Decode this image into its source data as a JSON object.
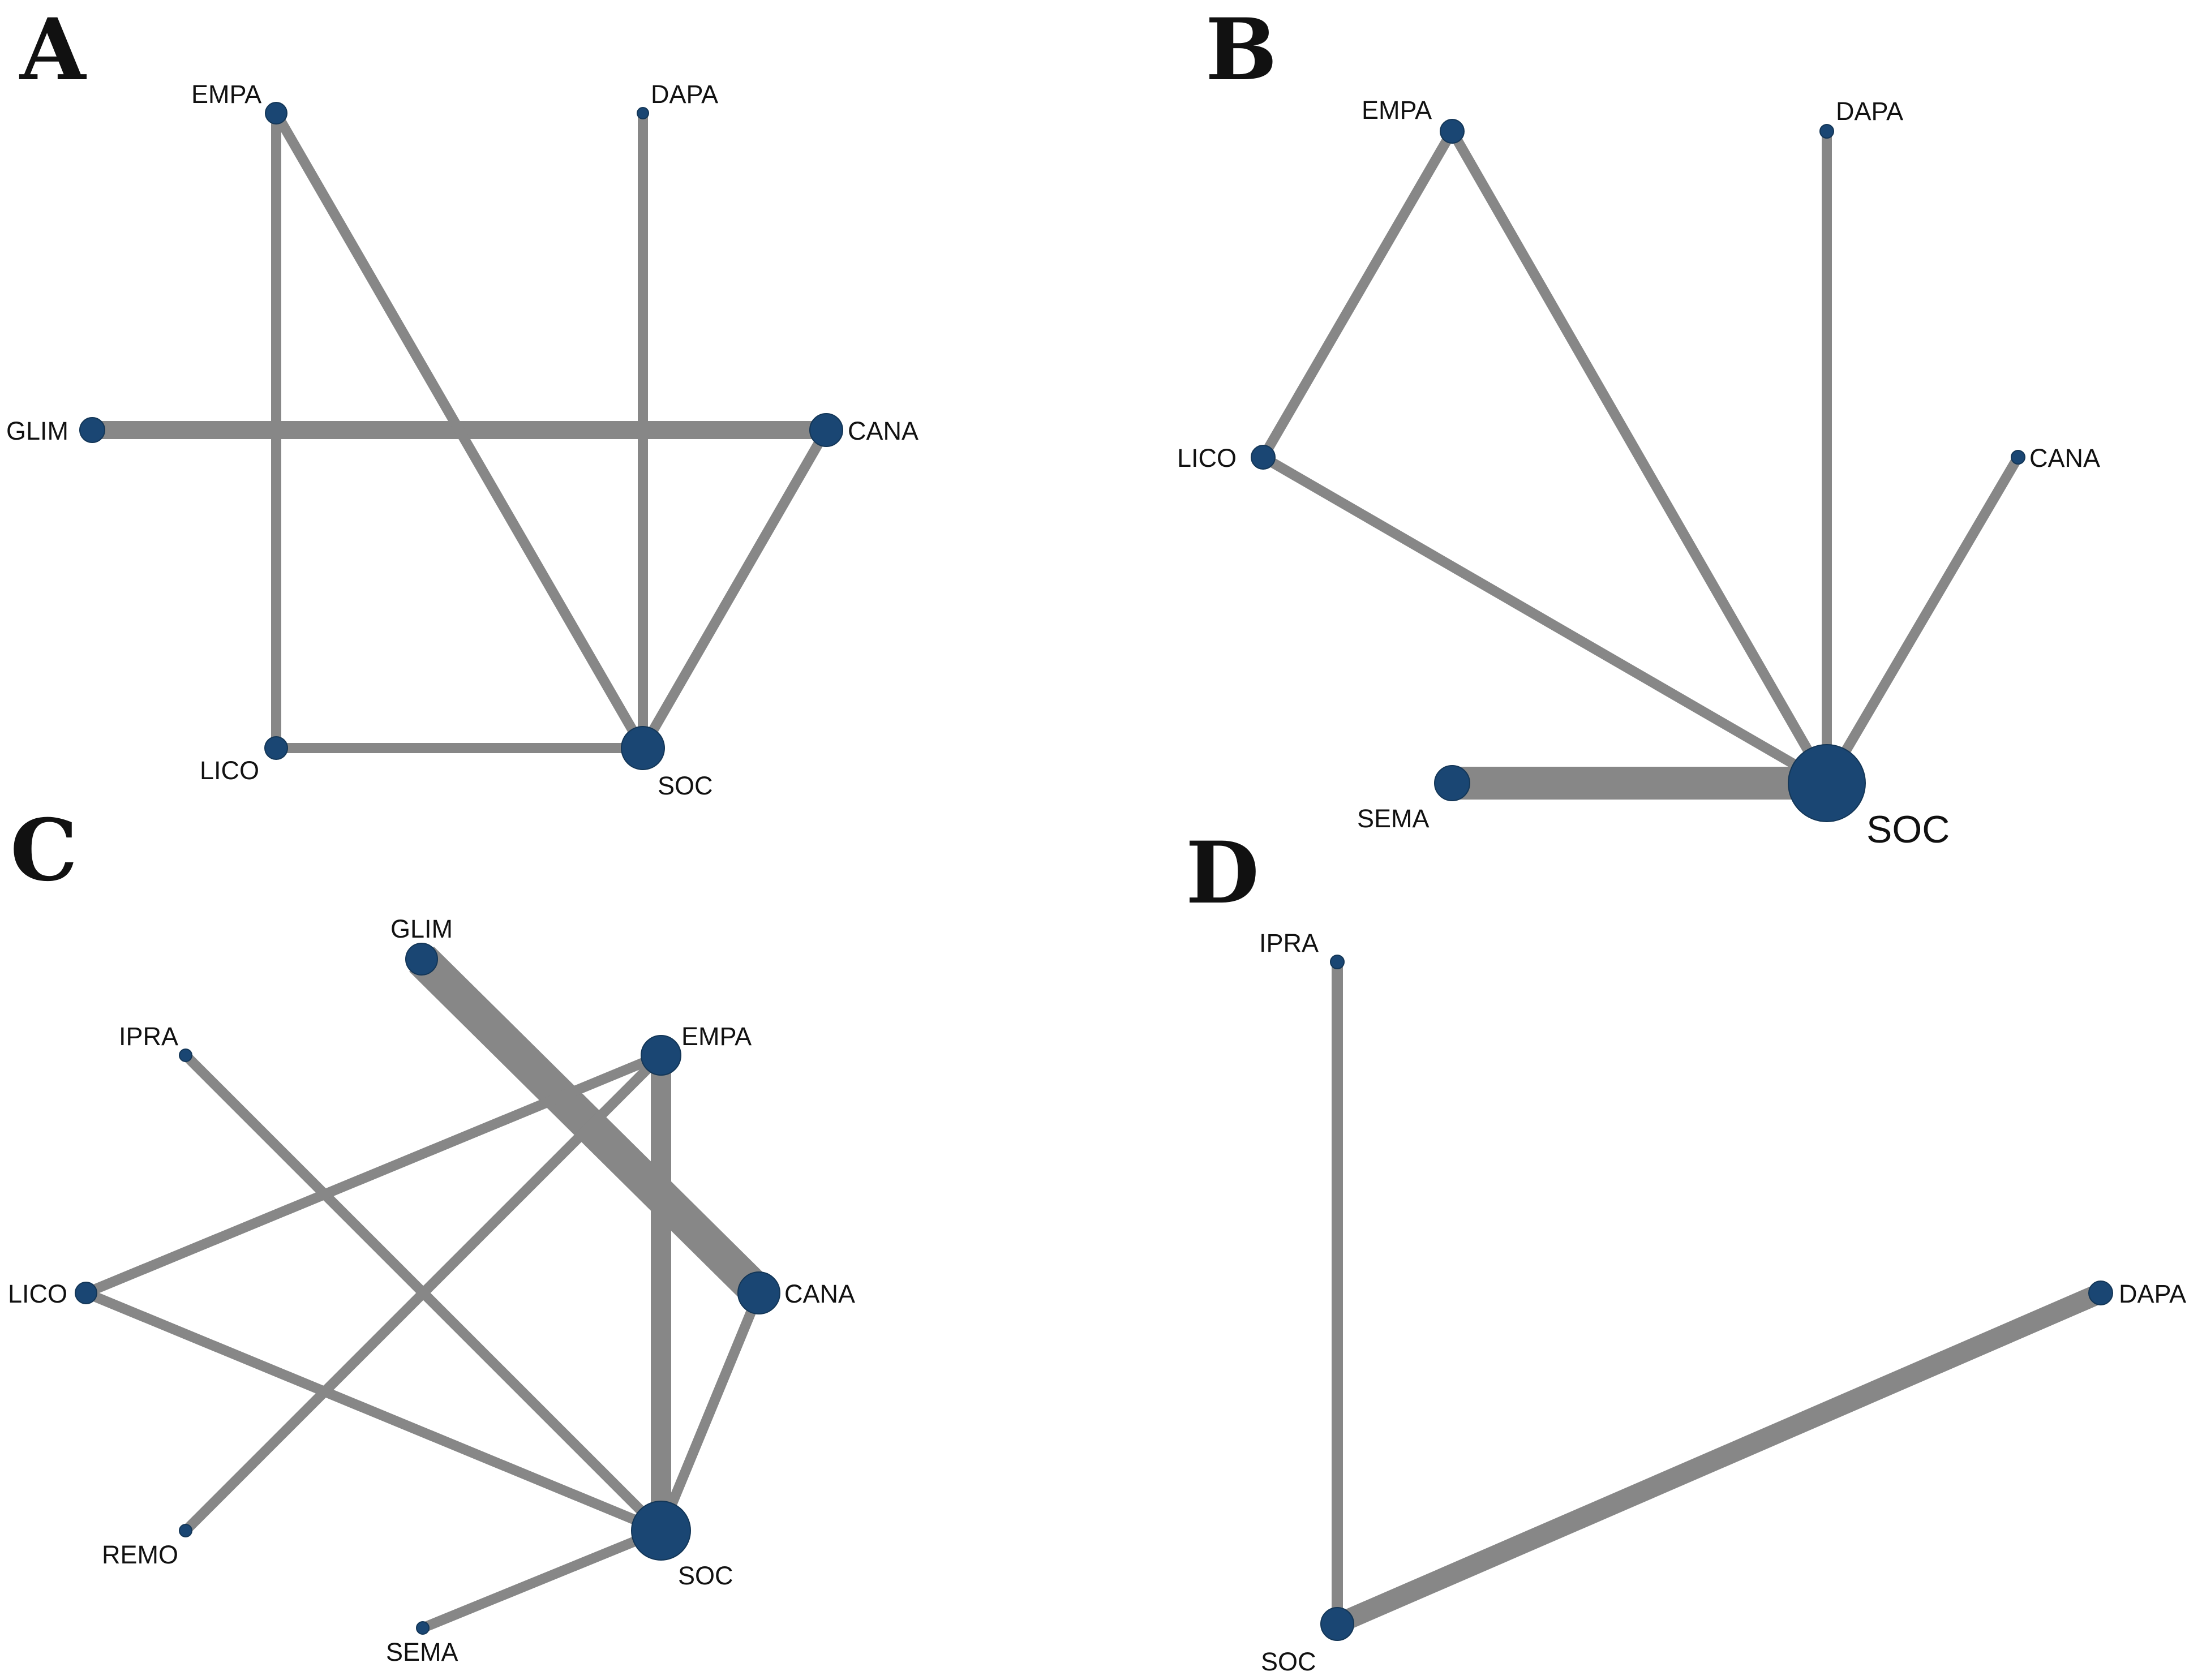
{
  "colors": {
    "node": "#1a4673",
    "edge": "#878787",
    "label": "#111111",
    "background": "#ffffff"
  },
  "panels": [
    {
      "id": "A",
      "label": "A",
      "nodes": [
        {
          "name": "EMPA",
          "label": "EMPA"
        },
        {
          "name": "DAPA",
          "label": "DAPA"
        },
        {
          "name": "GLIM",
          "label": "GLIM"
        },
        {
          "name": "CANA",
          "label": "CANA"
        },
        {
          "name": "LICO",
          "label": "LICO"
        },
        {
          "name": "SOC",
          "label": "SOC"
        }
      ],
      "edges": [
        {
          "from": "GLIM",
          "to": "CANA"
        },
        {
          "from": "EMPA",
          "to": "LICO"
        },
        {
          "from": "EMPA",
          "to": "SOC"
        },
        {
          "from": "DAPA",
          "to": "SOC"
        },
        {
          "from": "CANA",
          "to": "SOC"
        },
        {
          "from": "LICO",
          "to": "SOC"
        }
      ]
    },
    {
      "id": "B",
      "label": "B",
      "nodes": [
        {
          "name": "EMPA",
          "label": "EMPA"
        },
        {
          "name": "DAPA",
          "label": "DAPA"
        },
        {
          "name": "LICO",
          "label": "LICO"
        },
        {
          "name": "CANA",
          "label": "CANA"
        },
        {
          "name": "SEMA",
          "label": "SEMA"
        },
        {
          "name": "SOC",
          "label": "SOC"
        }
      ],
      "edges": [
        {
          "from": "EMPA",
          "to": "LICO"
        },
        {
          "from": "EMPA",
          "to": "SOC"
        },
        {
          "from": "LICO",
          "to": "SOC"
        },
        {
          "from": "DAPA",
          "to": "SOC"
        },
        {
          "from": "CANA",
          "to": "SOC"
        },
        {
          "from": "SEMA",
          "to": "SOC"
        }
      ]
    },
    {
      "id": "C",
      "label": "C",
      "nodes": [
        {
          "name": "GLIM",
          "label": "GLIM"
        },
        {
          "name": "IPRA",
          "label": "IPRA"
        },
        {
          "name": "EMPA",
          "label": "EMPA"
        },
        {
          "name": "LICO",
          "label": "LICO"
        },
        {
          "name": "CANA",
          "label": "CANA"
        },
        {
          "name": "REMO",
          "label": "REMO"
        },
        {
          "name": "SOC",
          "label": "SOC"
        },
        {
          "name": "SEMA",
          "label": "SEMA"
        }
      ],
      "edges": [
        {
          "from": "GLIM",
          "to": "CANA"
        },
        {
          "from": "EMPA",
          "to": "SOC"
        },
        {
          "from": "IPRA",
          "to": "SOC"
        },
        {
          "from": "LICO",
          "to": "EMPA"
        },
        {
          "from": "REMO",
          "to": "EMPA"
        },
        {
          "from": "LICO",
          "to": "SOC"
        },
        {
          "from": "CANA",
          "to": "SOC"
        },
        {
          "from": "SEMA",
          "to": "SOC"
        }
      ]
    },
    {
      "id": "D",
      "label": "D",
      "nodes": [
        {
          "name": "IPRA",
          "label": "IPRA"
        },
        {
          "name": "DAPA",
          "label": "DAPA"
        },
        {
          "name": "SOC",
          "label": "SOC"
        }
      ],
      "edges": [
        {
          "from": "IPRA",
          "to": "SOC"
        },
        {
          "from": "SOC",
          "to": "DAPA"
        }
      ]
    }
  ]
}
